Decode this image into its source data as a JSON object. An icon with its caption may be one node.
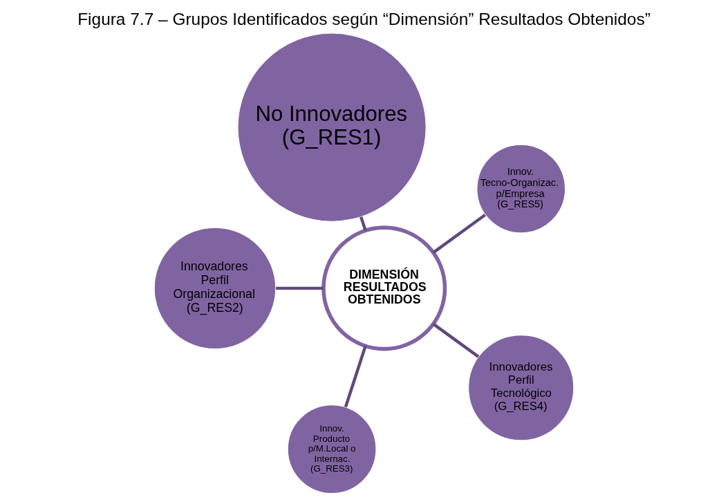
{
  "diagram": {
    "title": "Figura 7.7 – Grupos Identificados según “Dimensión” Resultados Obtenidos”",
    "nodes": [
      {
        "text": [
          "DIMENSIÓN RESULTADOS OBTENIDOS"
        ]
      },
      {
        "text": [
          "Innov. Tecno-Organizac. p/Empresa (G_RES5)"
        ]
      },
      {
        "text": [
          "No Innovadores (G_RES1)"
        ]
      },
      {
        "text": [
          "Innovadores Perfil Organizacional (G_RES2)"
        ]
      },
      {
        "text": [
          "Innov. Producto",
          "p/M.Local o Internac. (G_RES3)"
        ]
      },
      {
        "text": [
          "Innovadores Perfil Tecnológico (G_RES4)"
        ]
      }
    ],
    "edges": [
      {
        "from": 0,
        "to": 1,
        "arrow": "none"
      },
      {
        "from": 0,
        "to": 2,
        "arrow": "none"
      },
      {
        "from": 0,
        "to": 3,
        "arrow": "none"
      },
      {
        "from": 0,
        "to": 4,
        "arrow": "none"
      },
      {
        "from": 0,
        "to": 5,
        "arrow": "none"
      }
    ]
  }
}
